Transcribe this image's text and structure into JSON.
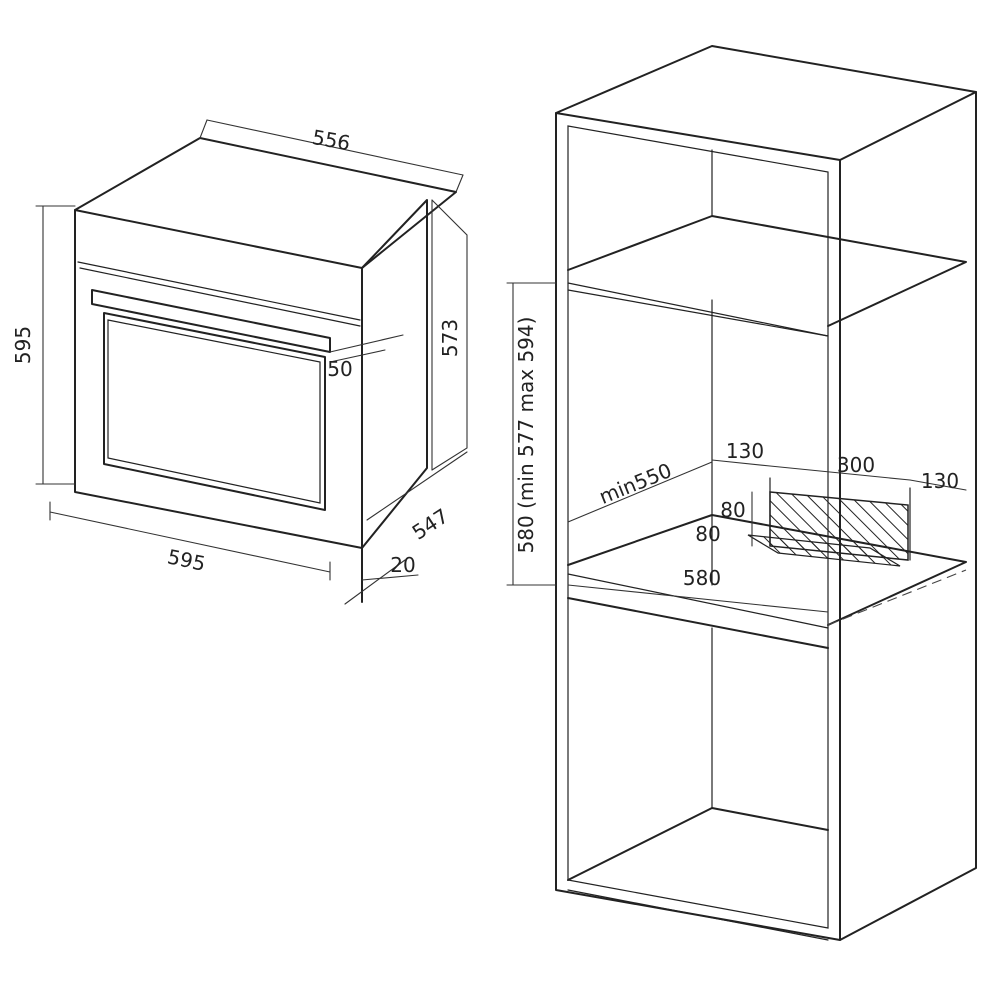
{
  "oven": {
    "dims": {
      "top_depth": "556",
      "front_height": "595",
      "side_height": "573",
      "handle_protrusion": "50",
      "front_width": "595",
      "depth": "547",
      "frame_thickness": "20"
    }
  },
  "cabinet": {
    "dims": {
      "niche_height": "580 (min 577 max 594)",
      "min_depth": "min550",
      "vent_left": "130",
      "vent_width": "300",
      "vent_right": "130",
      "vent_height": "80",
      "vent_depth": "80",
      "niche_width": "580"
    }
  },
  "colors": {
    "line": "#222222",
    "background": "#ffffff"
  }
}
